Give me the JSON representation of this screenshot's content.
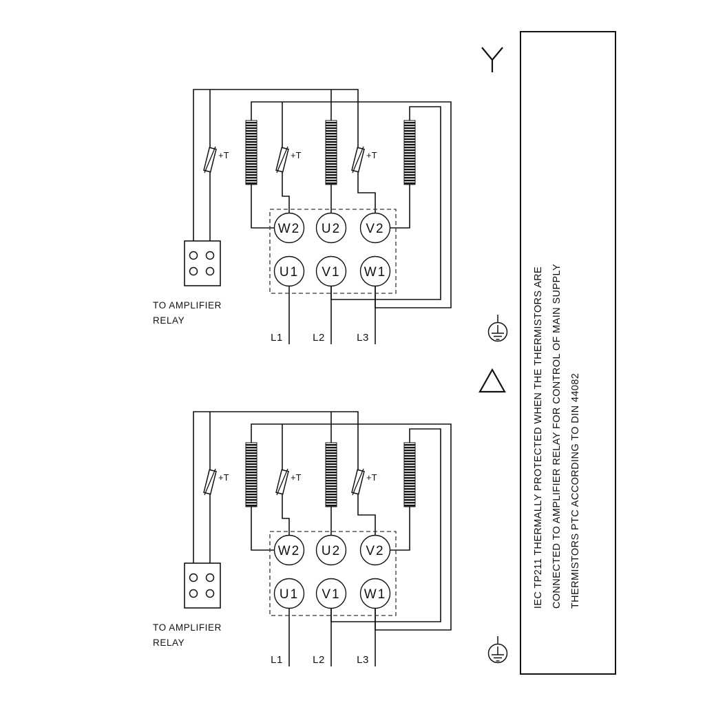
{
  "page": {
    "background": "#ffffff",
    "line_color": "#111111"
  },
  "panels": [
    {
      "name": "star-connection",
      "symbol": "star",
      "terminals_top": [
        "W2",
        "U2",
        "V2"
      ],
      "terminals_bottom": [
        "U1",
        "V1",
        "W1"
      ],
      "thermistor_label": "+T",
      "relay_note_line1": "TO AMPLIFIER",
      "relay_note_line2": "RELAY",
      "supply_labels": [
        "L1",
        "L2",
        "L3"
      ]
    },
    {
      "name": "delta-connection",
      "symbol": "delta",
      "terminals_top": [
        "W2",
        "U2",
        "V2"
      ],
      "terminals_bottom": [
        "U1",
        "V1",
        "W1"
      ],
      "thermistor_label": "+T",
      "relay_note_line1": "TO AMPLIFIER",
      "relay_note_line2": "RELAY",
      "supply_labels": [
        "L1",
        "L2",
        "L3"
      ]
    }
  ],
  "sidebar": {
    "lines": [
      "IEC TP211 THERMALLY PROTECTED WHEN THE THERMISTORS ARE",
      "CONNECTED TO AMPLIFIER RELAY FOR CONTROL OF MAIN SUPPLY",
      "THERMISTORS PTC ACCORDING TO DIN 44082"
    ]
  }
}
